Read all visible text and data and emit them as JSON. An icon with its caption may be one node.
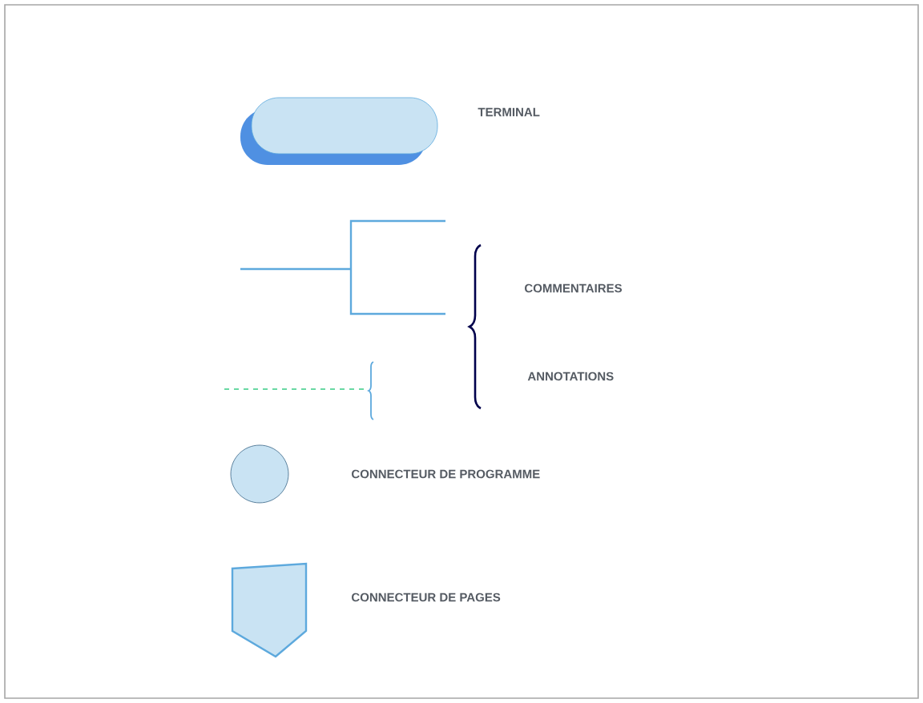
{
  "diagram": {
    "labels": [
      "TERMINAL",
      "COMMENTAIRES",
      "ANNOTATIONS",
      "CONNECTEUR DE PROGRAMME",
      "CONNECTEUR DE PAGES"
    ]
  }
}
